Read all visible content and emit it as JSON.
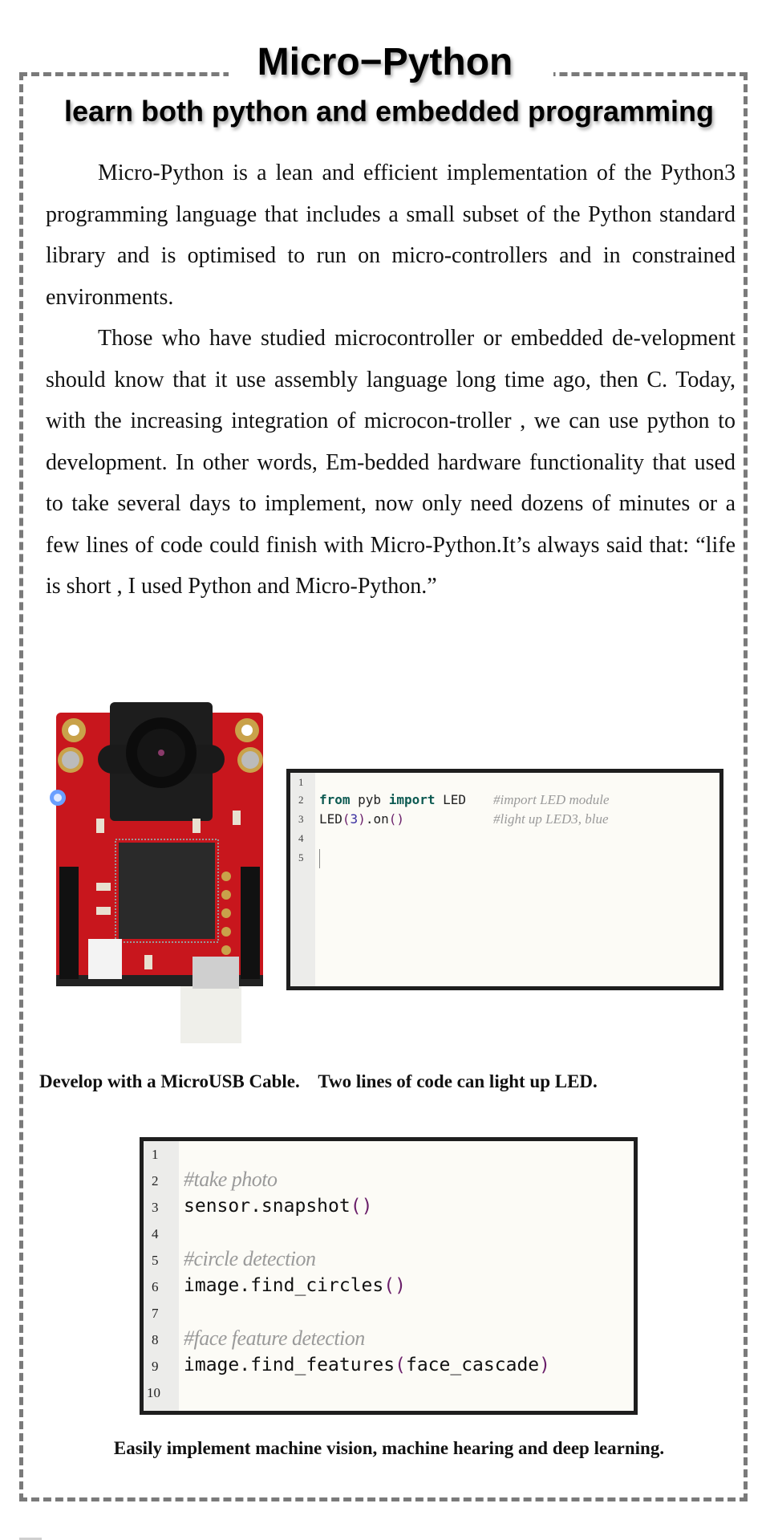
{
  "header": {
    "title": "Micro−Python",
    "subtitle": "learn both python and embedded programming"
  },
  "intro": {
    "paragraphs": [
      "Micro-Python is a lean and efficient implementation of the Python3 programming language that includes a small subset of the Python standard library and is optimised to run on micro-controllers and in constrained environments.",
      "Those who have studied microcontroller or embedded de-velopment should know that it use assembly language long time ago, then C. Today, with the increasing integration of microcon-troller , we can use python to development. In other words, Em-bedded hardware functionality that used to take several days to implement, now only need dozens of minutes or a few lines of code could finish with Micro-Python.It’s always said that: “life is short , I used Python and Micro-Python.”"
    ]
  },
  "board_image": {
    "description": "red microcontroller board with camera module and MicroUSB cable",
    "colors": {
      "pcb": "#c8161d",
      "camera": "#1a1a1a",
      "led": "#3a7bff",
      "cable": "#eeeeea"
    }
  },
  "code_example_1": {
    "lines": [
      {
        "n": "1",
        "code": "",
        "comment": ""
      },
      {
        "n": "2",
        "code_parts": [
          {
            "t": "from",
            "c": "kw"
          },
          {
            "t": " pyb ",
            "c": ""
          },
          {
            "t": "import",
            "c": "kw"
          },
          {
            "t": " LED",
            "c": ""
          }
        ],
        "comment": "#import LED module"
      },
      {
        "n": "3",
        "code_parts": [
          {
            "t": "LED",
            "c": ""
          },
          {
            "t": "(",
            "c": "paren"
          },
          {
            "t": "3",
            "c": "num"
          },
          {
            "t": ")",
            "c": "paren"
          },
          {
            "t": ".on",
            "c": ""
          },
          {
            "t": "()",
            "c": "paren"
          }
        ],
        "comment": "#light up LED3, blue"
      },
      {
        "n": "4",
        "code": "",
        "comment": ""
      },
      {
        "n": "5",
        "code": "",
        "comment": ""
      }
    ]
  },
  "captions": {
    "first": "Develop with a MicroUSB Cable.    Two lines of code can light up LED.",
    "second": "Easily implement machine vision, machine hearing and deep learning."
  },
  "code_example_2": {
    "lines": [
      {
        "n": "1",
        "type": "blank",
        "text": ""
      },
      {
        "n": "2",
        "type": "comment",
        "text": "#take photo"
      },
      {
        "n": "3",
        "type": "code",
        "text": "sensor.snapshot",
        "args": ""
      },
      {
        "n": "4",
        "type": "blank",
        "text": ""
      },
      {
        "n": "5",
        "type": "comment",
        "text": "#circle detection"
      },
      {
        "n": "6",
        "type": "code",
        "text": "image.find_circles",
        "args": ""
      },
      {
        "n": "7",
        "type": "blank",
        "text": ""
      },
      {
        "n": "8",
        "type": "comment",
        "text": "#face feature detection"
      },
      {
        "n": "9",
        "type": "code",
        "text": "image.find_features",
        "args": "face_cascade"
      },
      {
        "n": "10",
        "type": "blank",
        "text": ""
      }
    ]
  },
  "colors": {
    "frame": "#7a7a7a",
    "code_bg": "#fcfbf6",
    "gutter_bg": "#ececea",
    "keyword": "#0d5a52",
    "comment": "#9a9a9a",
    "number": "#3a2fa0",
    "paren": "#6a1f6a"
  }
}
